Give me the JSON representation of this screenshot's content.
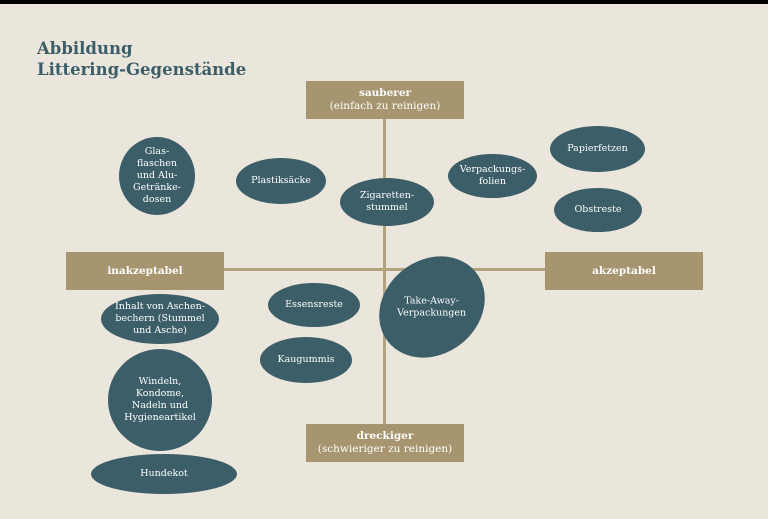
{
  "title": {
    "line1": "Abbildung",
    "line2": "Littering-Gegenstände"
  },
  "axes": {
    "top": {
      "label": "sauberer",
      "sub": "(einfach zu reinigen)"
    },
    "bottom": {
      "label": "dreckiger",
      "sub": "(schwieriger zu reinigen)"
    },
    "left": {
      "label": "inakzeptabel"
    },
    "right": {
      "label": "akzeptabel"
    }
  },
  "items": {
    "glasflaschen": "Glas-\nflaschen\nund Alu-\nGetränke-\ndosen",
    "plastiksaecke": "Plastiksäcke",
    "zigarettenstummel": "Zigaretten-\nstummel",
    "verpackungsfolien": "Verpackungs-\nfolien",
    "papierfetzen": "Papierfetzen",
    "obstreste": "Obstreste",
    "take_away": "Take-Away-\nVerpackungen",
    "essensreste": "Essensreste",
    "kaugummis": "Kaugummis",
    "aschenbecher": "Inhalt von Aschen-\nbechern (Stummel\nund Asche)",
    "windeln": "Windeln,\nKondome,\nNadeln und\nHygieneartikel",
    "hundekot": "Hundekot"
  },
  "colors": {
    "background": "#ebe6dc",
    "ellipse": "#3c5e68",
    "label_box": "#a6956f",
    "axis": "#b2a27e"
  }
}
